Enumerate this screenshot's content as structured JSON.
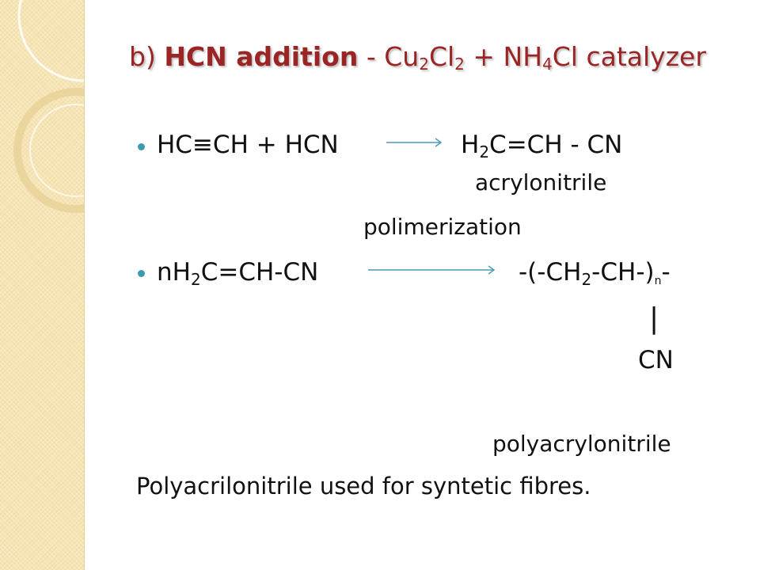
{
  "slide": {
    "title": {
      "prefix": "b) ",
      "bold": "HCN addition",
      "sep": " - Cu",
      "sub1": "2",
      "cl": "Cl",
      "sub2": "2",
      "plus": " + NH",
      "sub3": "4",
      "rest": "Cl catalyzer"
    },
    "reaction1": {
      "reactants": "HC≡CH + HCN",
      "product_a": "H",
      "product_sub": "2",
      "product_b": "C=CH - CN",
      "label": "acrylonitrile"
    },
    "condition": "polimerization",
    "reaction2": {
      "reactant_a": "nH",
      "reactant_sub": "2",
      "reactant_b": "C=CH-CN",
      "product_a": "-(-CH",
      "product_sub": "2",
      "product_b": "-CH-)",
      "product_n": "n",
      "product_c": "-",
      "bond": "|",
      "substituent": "CN",
      "label": "polyacrylonitrile"
    },
    "note": "Polyacrilonitrile used for syntetic fibres."
  },
  "colors": {
    "title": "#9b2424",
    "bullet": "#3c9ab0",
    "arrow": "#4a9bb8",
    "sidebar": "#f6e4b3"
  }
}
